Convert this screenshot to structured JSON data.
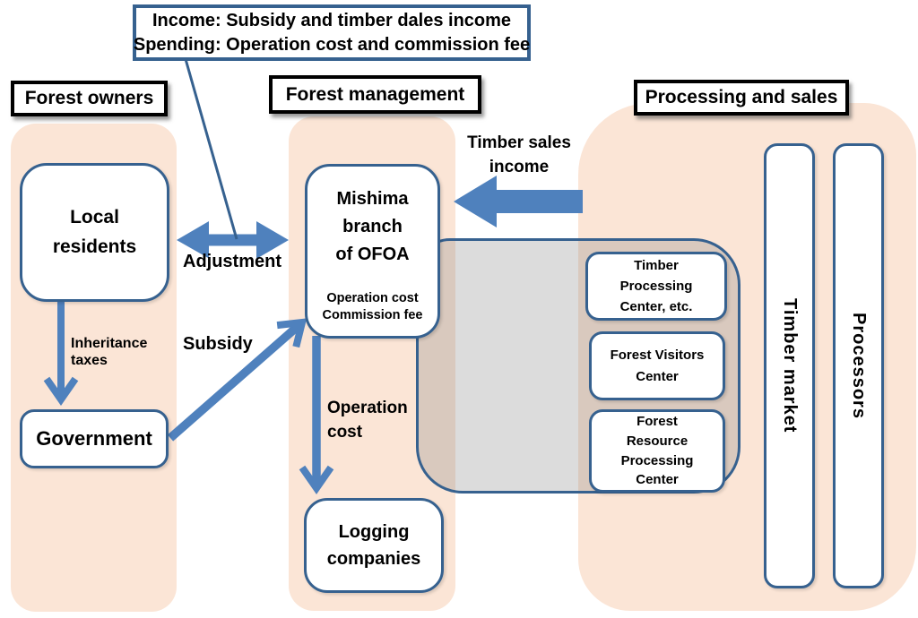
{
  "callout": {
    "lines": [
      "Income: Subsidy and timber dales income",
      "Spending: Operation cost and commission fee"
    ]
  },
  "sections": {
    "forest_owners": "Forest owners",
    "forest_management": "Forest management",
    "processing_sales": "Processing and sales"
  },
  "nodes": {
    "local_residents": {
      "lines": [
        "Local",
        "residents"
      ]
    },
    "government": {
      "label": "Government"
    },
    "mishima": {
      "title_lines": [
        "Mishima",
        "branch",
        "of OFOA"
      ],
      "sub_lines": [
        "Operation cost",
        "Commission fee"
      ]
    },
    "logging": {
      "lines": [
        "Logging",
        "companies"
      ]
    },
    "timber_processing": {
      "lines": [
        "Timber",
        "Processing",
        "Center, etc."
      ]
    },
    "forest_visitors": {
      "lines": [
        "Forest Visitors",
        "Center"
      ]
    },
    "forest_resource": {
      "lines": [
        "Forest",
        "Resource",
        "Processing",
        "Center"
      ]
    },
    "timber_market": {
      "label": "Timber market"
    },
    "processors": {
      "label": "Processors"
    }
  },
  "flows": {
    "adjustment": {
      "label": "Adjustment"
    },
    "inheritance_taxes": {
      "lines": [
        "Inheritance",
        "taxes"
      ]
    },
    "subsidy": {
      "label": "Subsidy"
    },
    "operation_cost": {
      "lines": [
        "Operation",
        "cost"
      ]
    },
    "timber_sales_income": {
      "lines": [
        "Timber sales",
        "income"
      ]
    }
  },
  "colors": {
    "peach": "#FBE5D6",
    "arrow": "#4F81BD",
    "border": "#36618F",
    "grayfill": "rgba(125,125,125,0.27)"
  }
}
